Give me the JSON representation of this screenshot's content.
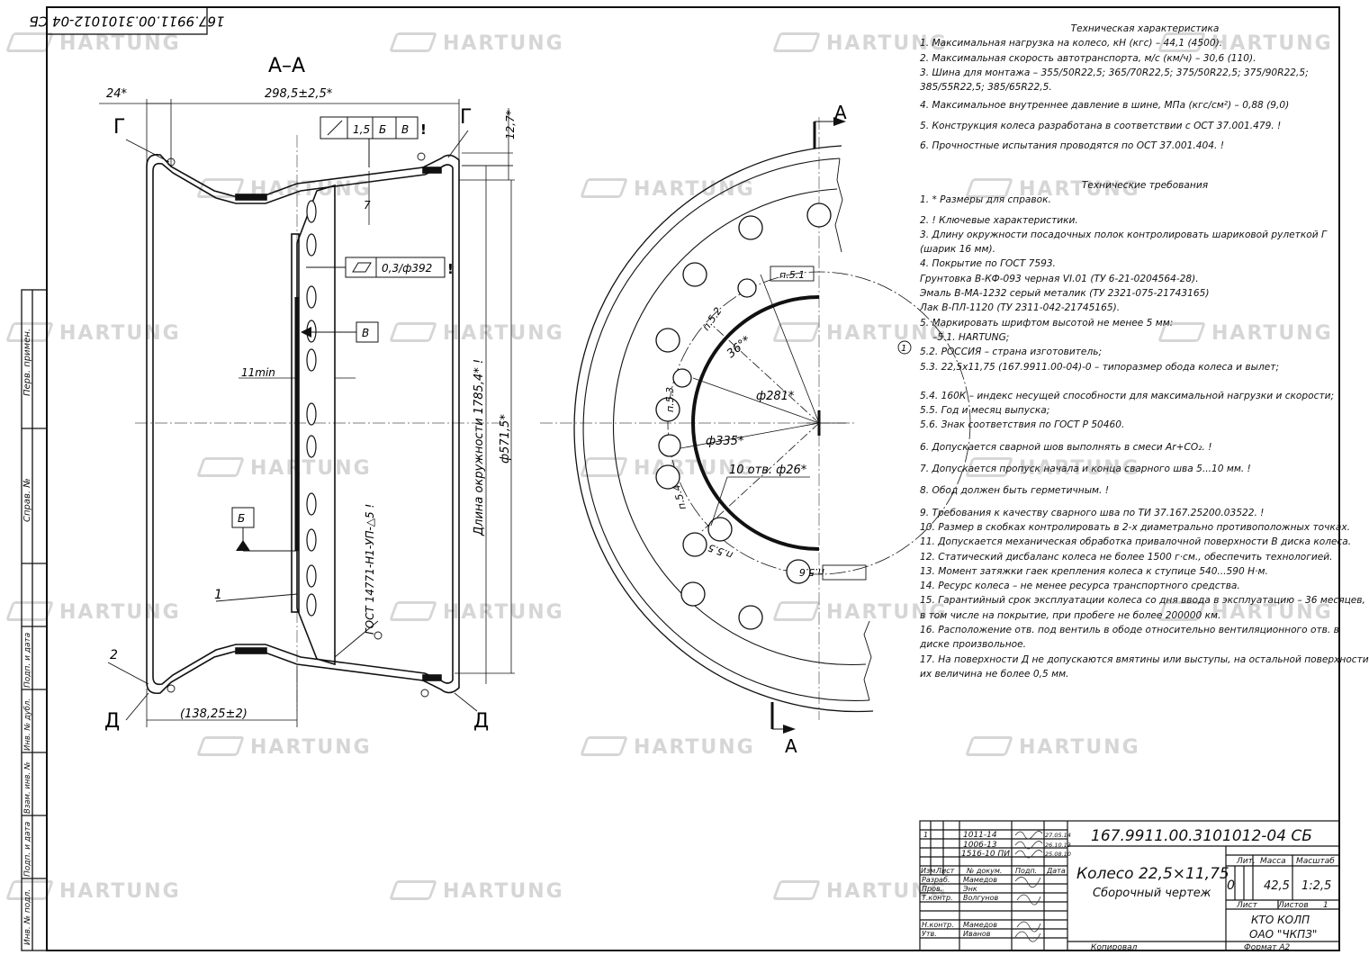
{
  "stamp_code_rotated": "167.9911.00.3101012-04 СБ",
  "section_label": "А–А",
  "watermark": "HARTUNG",
  "dims": {
    "d24": "24*",
    "width": "298,5±2,5*",
    "d127": "12,7*",
    "d7": "7",
    "d11": "11min",
    "offset": "(138,25±2)",
    "circ": "Длина окружности 1785,4* !",
    "d5715": "ф571,5*",
    "gost": "ГОСТ 14771-Н1-УП-△5 !"
  },
  "tolerance": {
    "runout_val": "1,5",
    "runout_b": "Б",
    "runout_v": "В",
    "flat_val": "0,3/ф392"
  },
  "letters": {
    "g_left": "Г",
    "g_right": "Г",
    "d_left": "Д",
    "d_right": "Д",
    "b": "Б",
    "v": "В",
    "one": "1",
    "two": "2",
    "a_top": "А",
    "a_bottom": "А",
    "note_circle": "1"
  },
  "hub": {
    "p51": "п.5.1",
    "p52": "п.5.2",
    "p53": "п.5.3",
    "p54": "п.5.4",
    "p55": "п.5.5",
    "p56": "п.5.6",
    "angle": "36°*",
    "d281": "ф281*",
    "d335": "ф335*",
    "holes": "10 отв. ф26*"
  },
  "spec": {
    "title": "Техническая характеристика",
    "lines": [
      "1. Максимальная нагрузка на колесо, кН (кгс) – 44,1 (4500).",
      "2. Максимальная скорость автотранспорта, м/с (км/ч) – 30,6 (110).",
      "3. Шина для монтажа – 355/50R22,5; 365/70R22,5; 375/50R22,5; 375/90R22,5;",
      "385/55R22,5; 385/65R22,5.",
      "4. Максимальное внутреннее давление в шине, МПа (кгс/см²) – 0,88 (9,0)",
      "5. Конструкция колеса разработана в соответствии с ОСТ 37.001.479. !",
      "6. Прочностные испытания проводятся по ОСТ 37.001.404. !"
    ]
  },
  "req": {
    "title": "Технические требования",
    "lines": [
      "1. * Размеры для справок.",
      "2. ! Ключевые характеристики.",
      "3. Длину окружности посадочных полок контролировать шариковой рулеткой Г",
      "(шарик 16 мм).",
      "4. Покрытие по ГОСТ 7593.",
      "Грунтовка В-КФ-093  черная VI.01 (ТУ 6-21-0204564-28).",
      "Эмаль В-МА-1232 серый металик (ТУ 2321-075-21743165)",
      "Лак В-ПЛ-1120 (ТУ 2311-042-21745165).",
      "5. Маркировать шрифтом высотой не менее 5 мм:",
      "–5.1.  HARTUNG;",
      "5.2. РОССИЯ – страна изготовитель;",
      "5.3. 22,5х11,75 (167.9911.00-04)-0 – типоразмер обода колеса и вылет;"
    ],
    "lines2": [
      "5.4.  160К – индекс несущей способности для максимальной нагрузки  и скорости;",
      "5.5. Год и месяц выпуска;",
      "5.6. Знак соответствия по ГОСТ Р 50460.",
      "6. Допускается сварной шов выполнять в смеси Ar+CO₂. !",
      "7. Допускается пропуск начала и конца сварного шва 5...10 мм. !",
      "8. Обод должен быть герметичным. !",
      "9. Требования к качеству сварного шва по ТИ 37.167.25200.03522. !",
      "10. Размер в скобках контролировать в 2-х диаметрально противоположных точках.",
      "11. Допускается механическая обработка привалочной поверхности В диска колеса.",
      "12. Статический дисбаланс колеса не более 1500 г·см., обеспечить технологией.",
      "13. Момент затяжки гаек крепления колеса к ступице 540...590 Н·м.",
      "14. Ресурс колеса – не менее ресурса транспортного средства.",
      "15. Гарантийный срок эксплуатации колеса со дня ввода в эксплуатацию – 36 месяцев,",
      "в том числе на покрытие, при пробеге не более 200000 км.",
      "16. Расположение отв. под вентиль в ободе относительно вентиляционного отв. в",
      "диске произвольное.",
      "17. На поверхности Д не допускаются вмятины или выступы, на остальной поверхности",
      "их величина не более 0,5 мм."
    ]
  },
  "side": {
    "perv": "Перв. примен.",
    "sprav": "Справ. №",
    "podp1": "Подп. и дата",
    "inv_dubl": "Инв. № дубл.",
    "vzam": "Взам. инв. №",
    "podp2": "Подп. и дата",
    "inv_podl": "Инв. № подл."
  },
  "title_block": {
    "code": "167.9911.00.3101012-04 СБ",
    "name": "Колесо 22,5×11,75",
    "doc_type": "Сборочный чертеж",
    "lit": "Лит.",
    "mass": "Масса",
    "scale": "Масштаб",
    "lit_val": "0",
    "mass_val": "42,5",
    "scale_val": "1:2,5",
    "sheet": "Лист",
    "sheets": "Листов",
    "sheets_val": "1",
    "org1": "КТО  КОЛП",
    "org2": "ОАО \"ЧКПЗ\"",
    "copied": "Копировал",
    "format": "Формат   А2",
    "rev": [
      {
        "n": "1",
        "doc": "1011-14",
        "date": "27.05.14"
      },
      {
        "n": "",
        "doc": "1006-13",
        "date": "26.10.13"
      },
      {
        "n": "",
        "doc": "1516-10 ПИ",
        "date": "25.08.10"
      }
    ],
    "hdr": [
      "Изм.",
      "Лист",
      "№ докум.",
      "Подп.",
      "Дата"
    ],
    "roles": [
      {
        "r": "Разраб.",
        "n": "Мамедов"
      },
      {
        "r": "Пров.",
        "n": "Энк"
      },
      {
        "r": "Т.контр.",
        "n": "Волгунов"
      },
      {
        "r": "",
        "n": ""
      },
      {
        "r": "Н.контр.",
        "n": "Мамедов"
      },
      {
        "r": "Утв.",
        "n": "Иванов"
      }
    ]
  }
}
